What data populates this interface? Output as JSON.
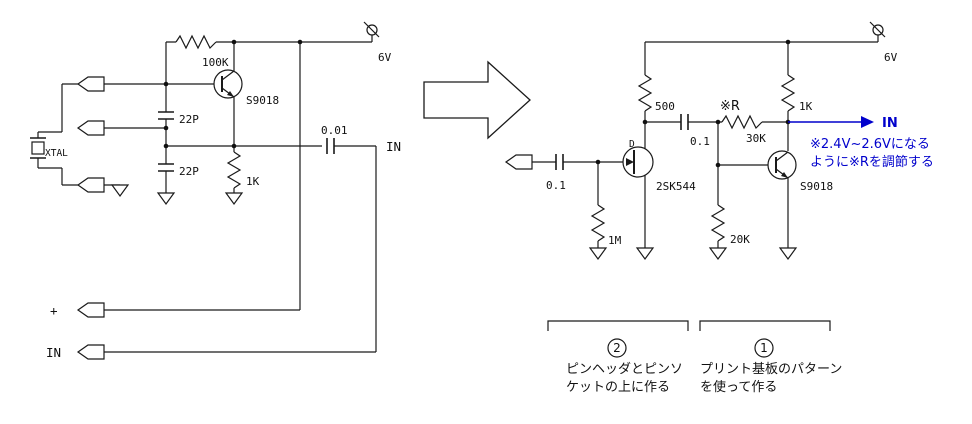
{
  "colors": {
    "line": "#1a1a1a",
    "accent_blue": "#0000cc",
    "background": "#ffffff"
  },
  "left_circuit": {
    "xtal_label": "XTAL",
    "feedback_resistor": "100K",
    "transistor": "S9018",
    "cap1": "22P",
    "cap2": "22P",
    "emitter_resistor": "1K",
    "output_cap": "0.01",
    "supply": "6V",
    "output_label": "IN",
    "plus_pad_label": "+",
    "in_pad_label": "IN"
  },
  "right_circuit": {
    "input_cap": "0.1",
    "gate_resistor": "1M",
    "jfet": "2SK544",
    "drain_label": "D",
    "drain_resistor": "500",
    "coupling_cap": "0.1",
    "adjust_resistor_name": "※R",
    "adjust_resistor_value": "30K",
    "base_resistor": "20K",
    "transistor": "S9018",
    "collector_resistor": "1K",
    "supply": "6V",
    "output_label": "IN",
    "note_line1": "※2.4V~2.6Vになる",
    "note_line2": "ように※Rを調節する"
  },
  "annotations": {
    "group2_number": "2",
    "group2_line1": "ピンヘッダとピンソ",
    "group2_line2": "ケットの上に作る",
    "group1_number": "1",
    "group1_line1": "プリント基板のパターン",
    "group1_line2": "を使って作る"
  }
}
